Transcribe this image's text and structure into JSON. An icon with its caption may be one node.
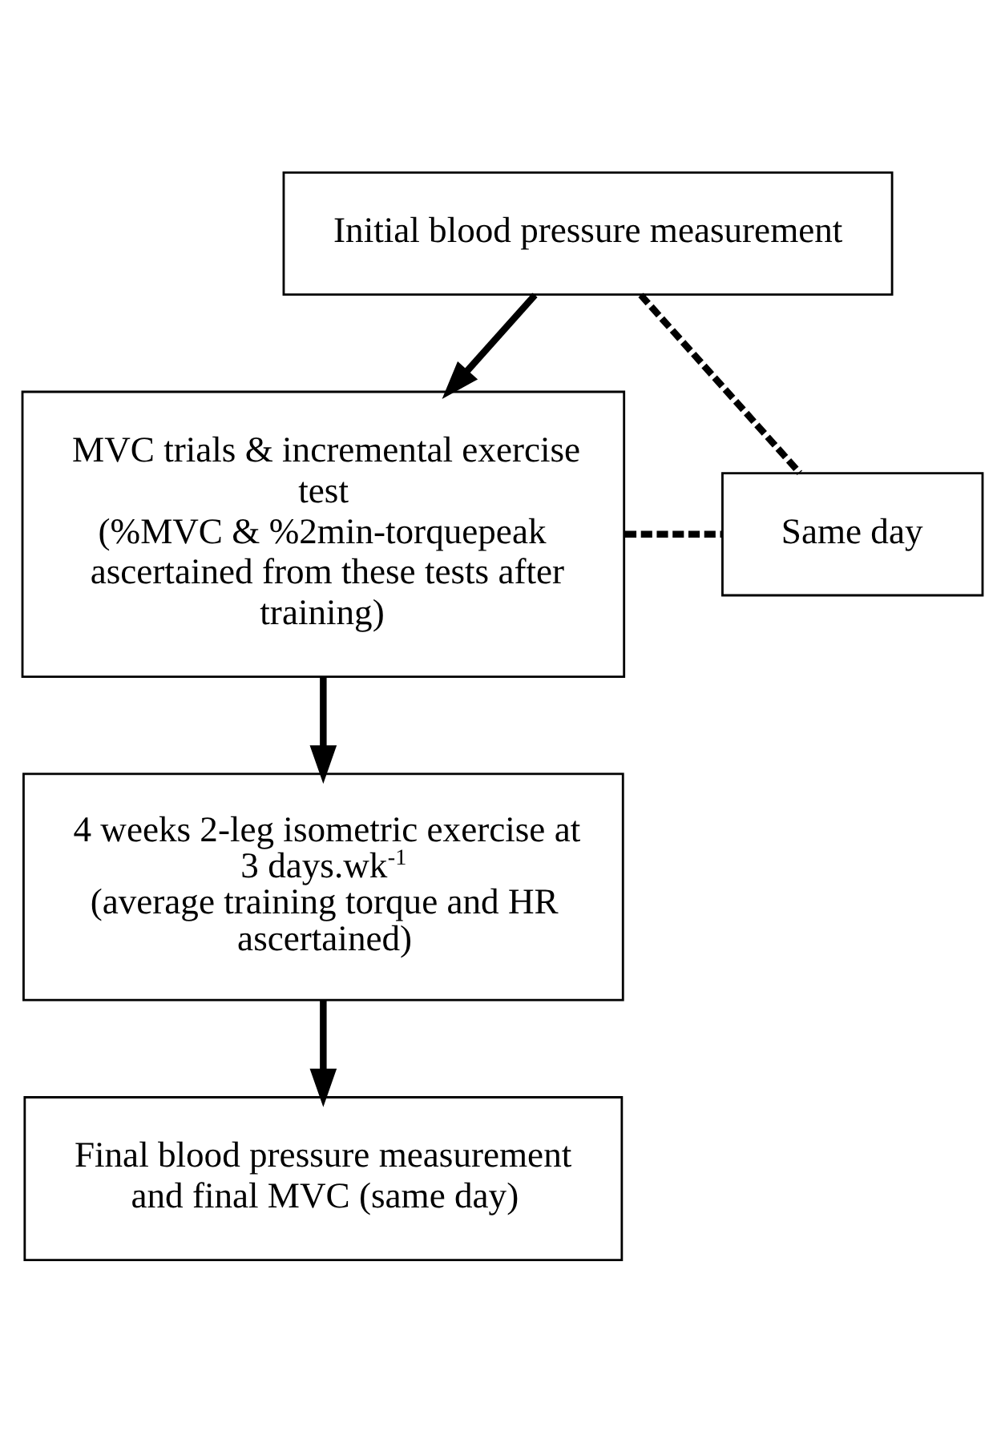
{
  "diagram": {
    "nodes": [
      {
        "text": [
          "Initial blood pressure measurement"
        ]
      },
      {
        "text": [
          "MVC trials & incremental exercise test",
          "(%MVC & %2min-torquepeak ascertained from these tests after training)"
        ]
      },
      {
        "text": [
          "4 weeks 2-leg isometric exercise at 3 days.wk$^{-1}$",
          "(average training torque and HR ascertained)"
        ]
      },
      {
        "text": [
          "Final blood pressure measurement and final MVC (same day)"
        ]
      },
      {
        "text": [
          "Same day"
        ]
      }
    ],
    "edges": [
      {
        "from": 0,
        "to": 1,
        "arrow": "to"
      },
      {
        "from": 1,
        "to": 2,
        "arrow": "to"
      },
      {
        "from": 2,
        "to": 3,
        "arrow": "to"
      },
      {
        "from": 0,
        "to": 4,
        "arrow": "none",
        "style": "dashed"
      },
      {
        "from": 1,
        "to": 4,
        "arrow": "none",
        "style": "dashed"
      }
    ]
  }
}
